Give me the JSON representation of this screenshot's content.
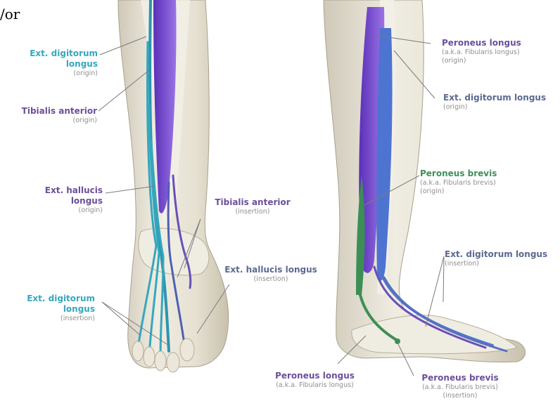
{
  "fragment_text": "/or",
  "colors": {
    "teal": "#36a7bd",
    "purple": "#6b4f9b",
    "green": "#3f8f56",
    "slate": "#5b6a8f",
    "bone": "#e8e4d6",
    "muscle_purple": "#7a4fd0",
    "muscle_blue": "#4d74d0"
  },
  "labels": {
    "edl_origin": {
      "name_l1": "Ext. digitorum",
      "name_l2": "longus",
      "sub": "(origin)"
    },
    "tib_ant_origin": {
      "name": "Tibialis anterior",
      "sub": "(origin)"
    },
    "ehl_origin": {
      "name_l1": "Ext. hallucis",
      "name_l2": "longus",
      "sub": "(origin)"
    },
    "tib_ant_insertion": {
      "name": "Tibialis anterior",
      "sub": "(insertion)"
    },
    "ehl_insertion": {
      "name": "Ext. hallucis longus",
      "sub": "(insertion)"
    },
    "edl_insertion": {
      "name_l1": "Ext. digitorum",
      "name_l2": "longus",
      "sub": "(insertion)"
    },
    "per_longus_origin": {
      "name": "Peroneus longus",
      "aka": "(a.k.a. Fibularis longus)",
      "sub": "(origin)"
    },
    "edl_origin_lat": {
      "name": "Ext. digitorum longus",
      "sub": "(origin)"
    },
    "per_brevis_origin": {
      "name": "Peroneus brevis",
      "aka": "(a.k.a. Fibularis brevis)",
      "sub": "(origin)"
    },
    "edl_insertion_lat": {
      "name": "Ext. digitorum longus",
      "sub": "(insertion)"
    },
    "per_longus_insertion": {
      "name": "Peroneus longus",
      "aka": "(a.k.a. Fibularis longus)"
    },
    "per_brevis_insertion": {
      "name": "Peroneus brevis",
      "aka": "(a.k.a. Fibularis brevis)",
      "sub": "(insertion)"
    }
  }
}
